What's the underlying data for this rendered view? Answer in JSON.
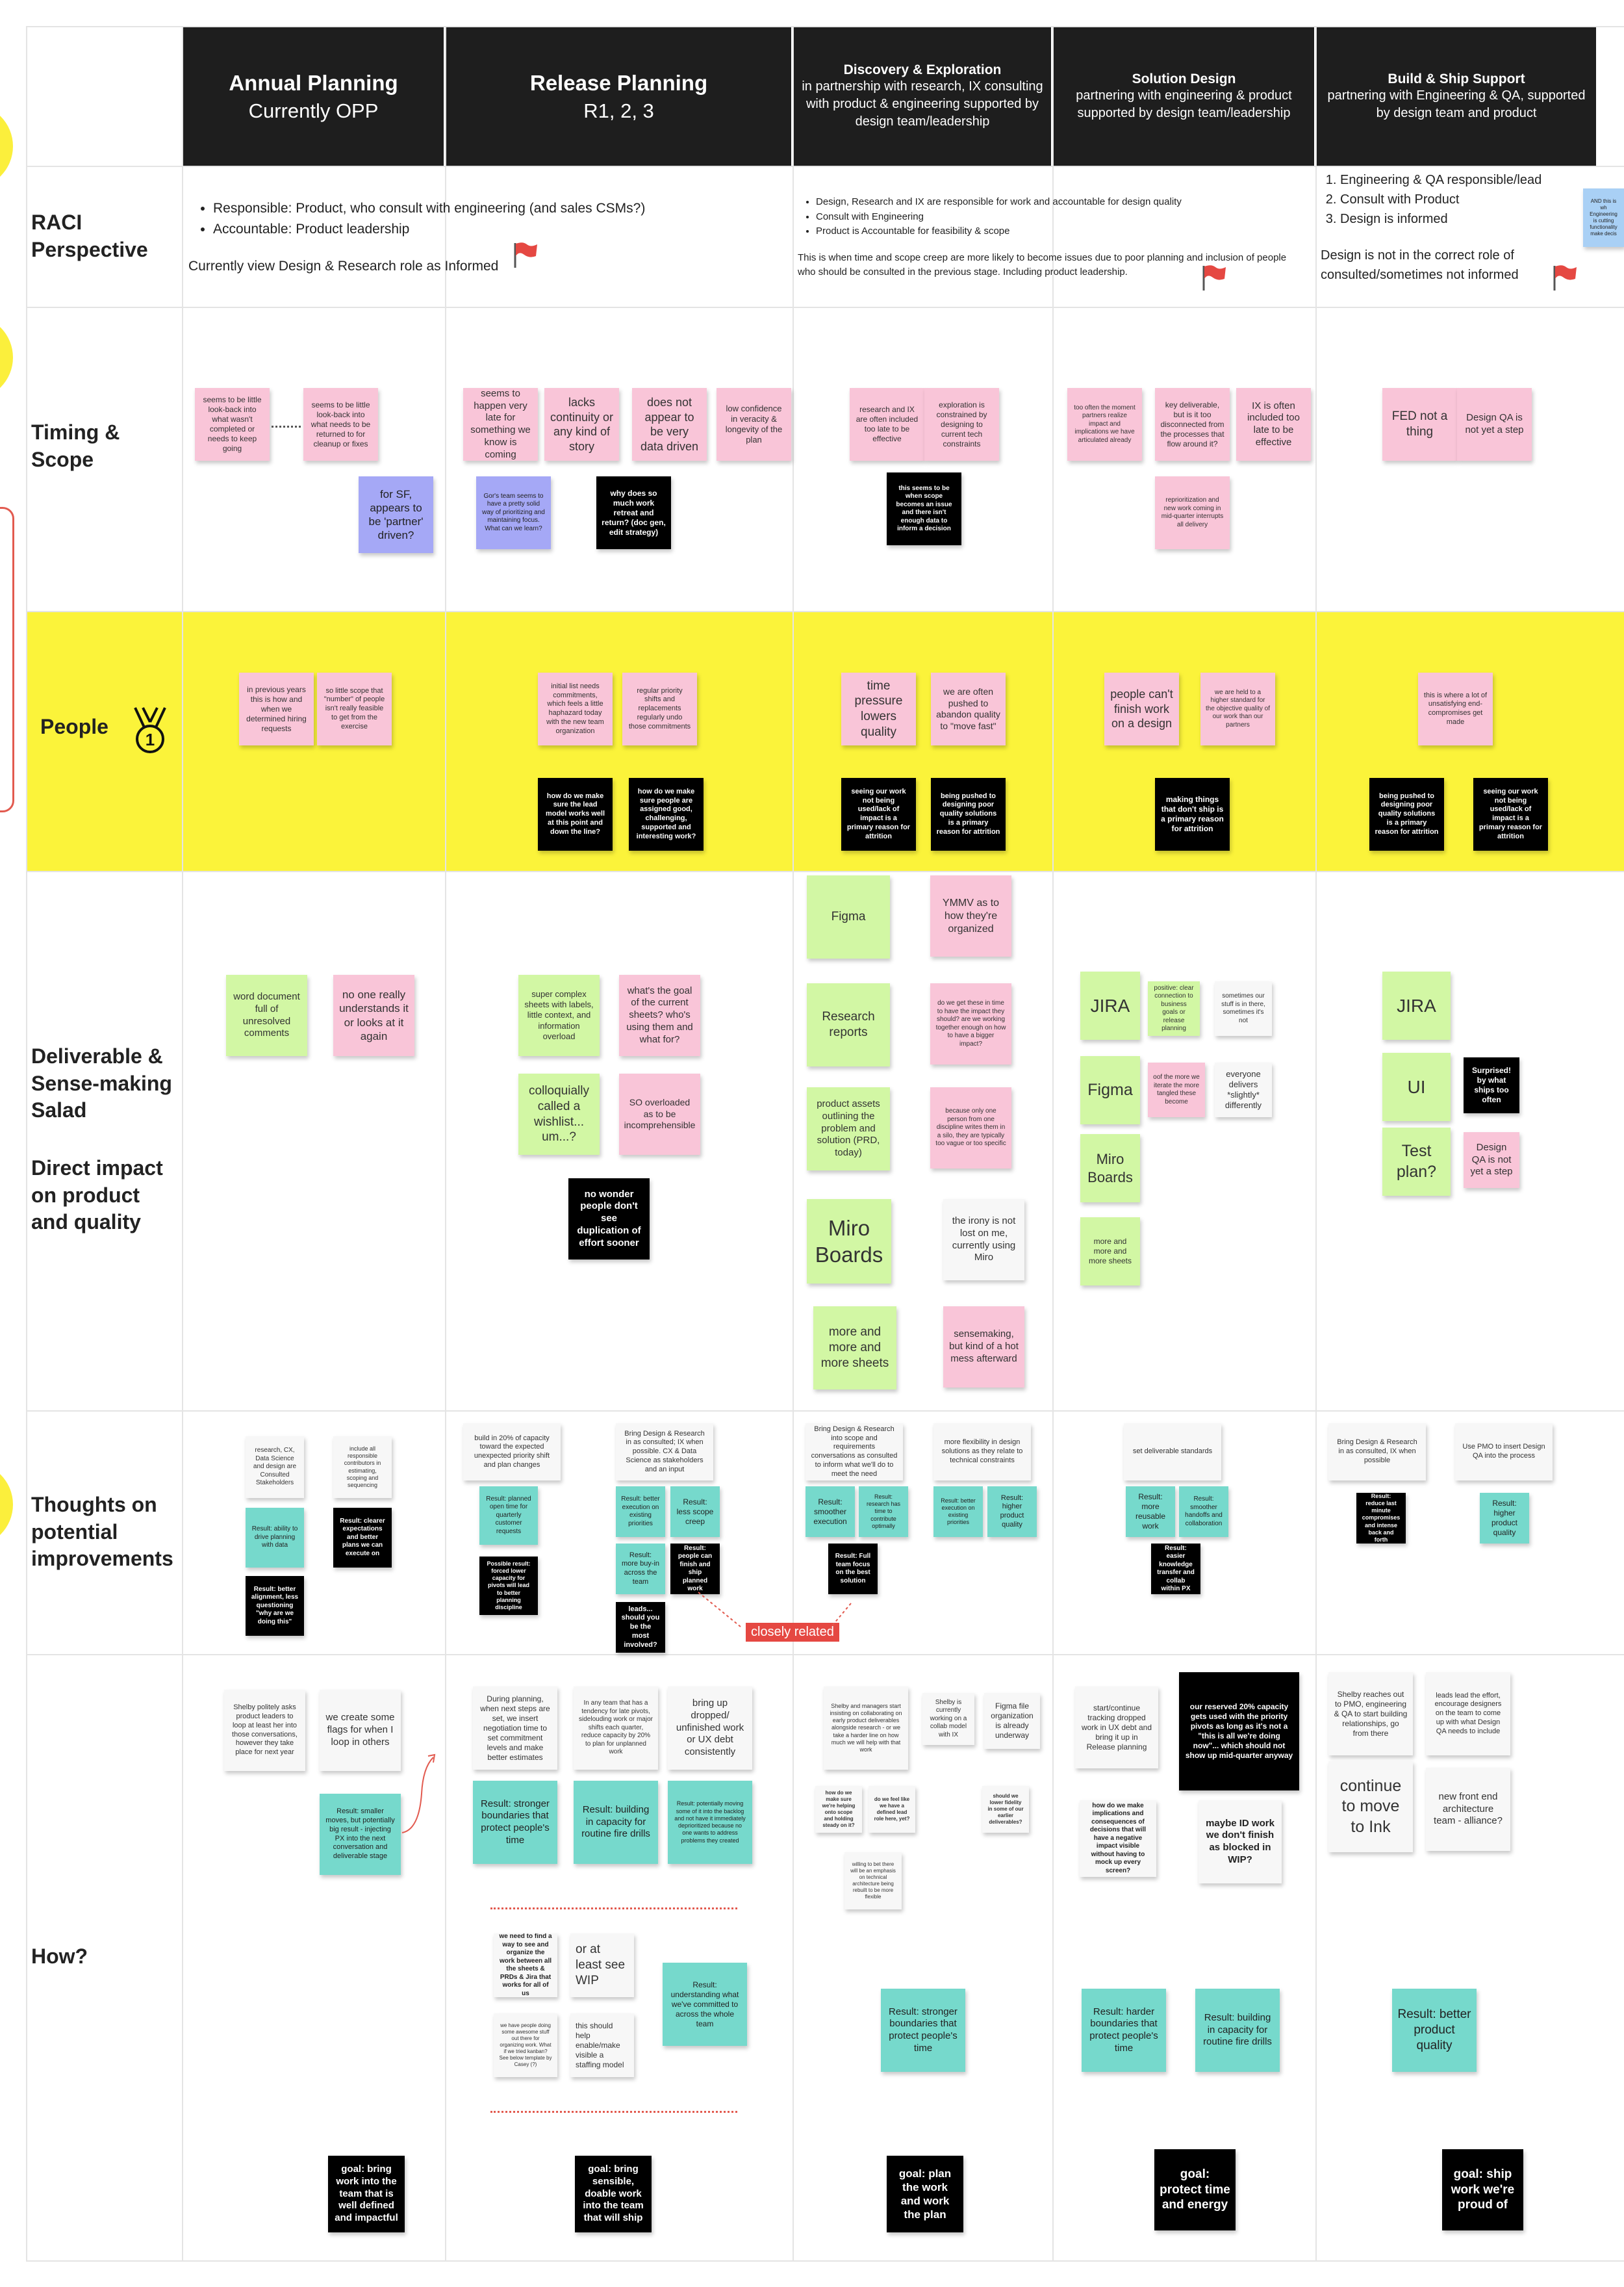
{
  "headers": [
    {
      "line1": "Annual Planning",
      "line2": "Currently OPP"
    },
    {
      "line1": "Release Planning",
      "line2": "R1, 2, 3"
    },
    {
      "line1": "Discovery & Exploration",
      "line2": "in partnership with research, IX consulting with product & engineering supported by design team/leadership"
    },
    {
      "line1": "Solution Design",
      "line2": "partnering with engineering & product supported by design team/leadership"
    },
    {
      "line1": "Build & Ship Support",
      "line2": "partnering with Engineering & QA, supported by design team and product"
    }
  ],
  "rows": {
    "raci": "RACI Perspective",
    "timing": "Timing & Scope",
    "people": "People",
    "deliverable": "Deliverable & Sense-making Salad",
    "deliverable_sub": "Direct impact on product and quality",
    "thoughts": "Thoughts on potential improvements",
    "how": "How?"
  },
  "raci": {
    "c1_b1": "Responsible: Product, who consult with engineering (and sales CSMs?)",
    "c1_b2": "Accountable: Product leadership",
    "c1_note": "Currently view Design & Research role as Informed",
    "c3_b1": "Design, Research and IX are responsible for work and accountable for design quality",
    "c3_b2": "Consult with Engineering",
    "c3_b3": "Product is Accountable for feasibility & scope",
    "c3_note": "This is when time and scope creep are more likely to become issues due to poor planning and inclusion of people who should be consulted in the previous stage. Including product leadership.",
    "c5_i1": "Engineering & QA responsible/lead",
    "c5_i2": "Consult with Product",
    "c5_i3": "Design is informed",
    "c5_note": "Design is not in the correct role of consulted/sometimes not  informed",
    "c5_blue": "AND this is wh Engineering is cutting functionality make decis"
  },
  "notes": {
    "t1": "seems to be little look-back into what wasn't completed or needs to keep going",
    "t2": "seems to be little look-back into what needs to be returned to for cleanup or fixes",
    "t3": "for SF, appears to be 'partner' driven?",
    "t4": "seems to happen very late for something we know is coming",
    "t5": "lacks continuity or any kind of story",
    "t6": "does not appear to be very data driven",
    "t7": "low confidence in veracity & longevity of the plan",
    "t8": "Gor's team seems to have a pretty solid way of prioritizing and maintaining focus. What can we learn?",
    "t9": "why does so much work retreat and return? (doc gen, edit strategy)",
    "t10": "research and IX are often included too late to be effective",
    "t11": "exploration is constrained by designing to current tech constraints",
    "t12": "this seems to be when scope becomes an issue and there isn't enough data to inform a decision",
    "t13": "too often the moment partners realize impact and implications we have articulated already",
    "t14": "key deliverable, but is it too disconnected from the processes that flow around it?",
    "t15": "IX is often included too late to be effective",
    "t16": "reprioritization and new work coming in mid-quarter interrupts all delivery",
    "t17": "FED not a thing",
    "t18": "Design QA is not yet a step",
    "p1": "in previous years this is how and when we determined hiring requests",
    "p2": "so little scope that \"number\" of people isn't really feasible to get from the exercise",
    "p3": "initial list needs commitments, which feels a little haphazard today with the new team organization",
    "p4": "regular priority shifts and replacements regularly undo those commitments",
    "p5": "how do we make sure the lead model works well at this point and down the line?",
    "p6": "how do we make sure people are assigned good, challenging, supported and interesting work?",
    "p7": "time pressure lowers quality",
    "p8": "we are often pushed to abandon quality to \"move fast\"",
    "p9": "seeing our work not being used/lack of impact is a primary reason for attrition",
    "p10": "being pushed to designing poor quality solutions is a primary reason for attrition",
    "p11": "people can't finish work on a design",
    "p12": "we are held to a higher standard for the objective quality of our work than our partners",
    "p13": "making things that don't ship is a primary reason for attrition",
    "p14": "this is where a lot of unsatisfying end-compromises get made",
    "p15": "being pushed to designing poor quality solutions is a primary reason for attrition",
    "p16": "seeing our work not being used/lack of impact is a primary reason for attrition",
    "d1": "word document full of unresolved comments",
    "d2": "no one really understands it or looks at it again",
    "d3": "super complex sheets with labels, little context, and information overload",
    "d4": "what's the goal of the current sheets? who's using them and what for?",
    "d5": "colloquially called a wishlist... um...?",
    "d6": "SO overloaded as to be incomprehensible",
    "d7": "no wonder people don't see duplication of effort sooner",
    "d8": "Figma",
    "d9": "YMMV as to how they're organized",
    "d10": "Research reports",
    "d11": "do we get these in time to have the impact they should? are we working together enough on how to have a bigger impact?",
    "d12": "product assets outlining the problem and solution (PRD, today)",
    "d13": "because only one person from one discipline writes them in a silo, they are typically too vague or too specific",
    "d14": "Miro Boards",
    "d15": "the irony is not lost on me, currently using Miro",
    "d16": "more and more and more sheets",
    "d17": "sensemaking, but kind of a hot mess afterward",
    "d18": "JIRA",
    "d19": "positive: clear connection to business goals or release planning",
    "d20": "sometimes our stuff is in there, sometimes it's not",
    "d21": "Figma",
    "d22": "oof the more we iterate the more tangled these become",
    "d23": "everyone delivers *slightly* differently",
    "d24": "Miro Boards",
    "d25": "more and more and more sheets",
    "d26": "JIRA",
    "d27": "UI",
    "d28": "Surprised! by what ships too often",
    "d29": "Test plan?",
    "d30": "Design QA is not yet a step",
    "h1": "research, CX, Data Science and design are Consulted Stakeholders",
    "h2": "include all responsible contributors in estimating, scoping and sequencing",
    "h3": "Result: ability to drive planning with data",
    "h4": "Result: clearer expectations and better plans we can execute on",
    "h5": "Result: better alignment, less questioning \"why are we doing this\"",
    "h6": "build in 20% of capacity toward the expected unexpected priority shift and plan changes",
    "h7": "Result: planned open time for quarterly customer requests",
    "h8": "Possible result: forced lower capacity for pivots will lead to better planning discipline",
    "h9": "Bring Design & Research in as consulted; IX when possible. CX & Data Science as stakeholders and an input",
    "h10": "Result: better execution on existing priorities",
    "h11": "Result: less scope creep",
    "h12": "Result: more buy-in across the team",
    "h13": "Result: people can finish and ship planned work",
    "h14": "leads... should you be the most involved?",
    "h15": "closely related",
    "h16": "Bring Design & Research into scope and requirements conversations as consulted to inform what we'll do to meet the need",
    "h17": "Result: smoother execution",
    "h18": "Result: research has time to contribute optimally",
    "h19": "Result: Full team focus on the best solution",
    "h20": "more flexibility in design solutions as they relate to technical constraints",
    "h21": "Result: better execution on existing priorities",
    "h22": "Result: higher product quality",
    "h23": "set deliverable standards",
    "h24": "Result: more reusable work",
    "h25": "Result: smoother handoffs and collaboration",
    "h26": "Result: easier knowledge transfer and collab within PX",
    "h27": "Bring Design & Research in as consulted, IX when possible",
    "h28": "Use PMO to insert Design QA into the process",
    "h29": "Result: reduce last minute compromises and intense back and forth",
    "h30": "Result: higher product quality",
    "w1": "Shelby politely asks product leaders to loop at least her into those conversations, however they take place for next year",
    "w2": "we create some flags for when I loop in others",
    "w3": "Result: smaller moves, but potentially big result - injecting PX into the next conversation and deliverable stage",
    "w4": "goal: bring work into the team that is well defined and impactful",
    "w5": "During planning, when next steps are set, we insert negotiation time to set commitment levels and make better estimates",
    "w6": "In any team that has a tendency for late pivots, sidelouding work or major shifts each quarter, reduce capacity by 20% to plan for unplanned work",
    "w7": "bring up dropped/ unfinished work or UX debt consistently",
    "w8": "Result: stronger boundaries that protect people's time",
    "w9": "Result: building in capacity for routine fire drills",
    "w10": "Result: potentially moving some of it into the backlog and not have it immediately deprioritized because no one wants to address problems they created",
    "w11": "we need to find a way to see and organize the work between all the sheets & PRDs & Jira that works for all of us",
    "w12": "or at least see WIP",
    "w13": "Result: understanding what we've committed to across the whole team",
    "w14": "we have people doing some awesome stuff out there for organizing work. What if we tried kanban? See below template by Casey (?)",
    "w15": "this should help enable/make visible a staffing model",
    "w16": "goal: bring sensible, doable work into the team that will ship",
    "w17": "Shelby and managers start insisting on collaborating on early product deliverables alongside research - or we take a harder line on how much we will help with that work",
    "w18": "Shelby is currently working on a collab model with IX",
    "w19": "Figma file organization is already underway",
    "w20": "how do we make sure we're helping onto scope and holding steady on it?",
    "w21": "do we feel like we have a defined lead role here, yet?",
    "w22": "should we lower fidelity in some of our earlier deliverables?",
    "w23": "willing to bet there will be an emphasis on technical architecture being rebuilt to be more flexible",
    "w24": "Result: stronger boundaries that protect people's time",
    "w25": "goal: plan the work and work the plan",
    "w26": "start/continue tracking dropped work in UX debt and bring it up in Release planning",
    "w27": "our reserved 20% capacity gets used with the priority pivots as long as it's not a \"this is all we're doing now\"... which should not show up mid-quarter anyway",
    "w28": "how do we make implications and consequences of decisions that will have a negative impact visible without having to mock up every screen?",
    "w29": "maybe ID work we don't finish as blocked in WIP?",
    "w30": "Result: harder boundaries that protect people's time",
    "w31": "Result: building in capacity for routine fire drills",
    "w32": "goal: protect time and energy",
    "w33": "Shelby reaches out to PMO, engineering & QA to start building relationships, go from there",
    "w34": "leads lead the effort, encourage designers on the team to come up with what Design QA needs to include",
    "w35": "continue to move to Ink",
    "w36": "new front end architecture team - alliance?",
    "w37": "Result: better product quality",
    "w38": "goal: ship work we're proud of"
  },
  "icons": {
    "flag": "red-flag-icon",
    "medal": "medal-first-place-icon"
  },
  "colors": {
    "header_bg": "#1e1e1e",
    "pink": "#f9c5d8",
    "green": "#d2f7a4",
    "teal": "#76d9cc",
    "purple": "#a5a8f6",
    "yellow_band": "#fbf33a",
    "flag_red": "#e54842"
  }
}
